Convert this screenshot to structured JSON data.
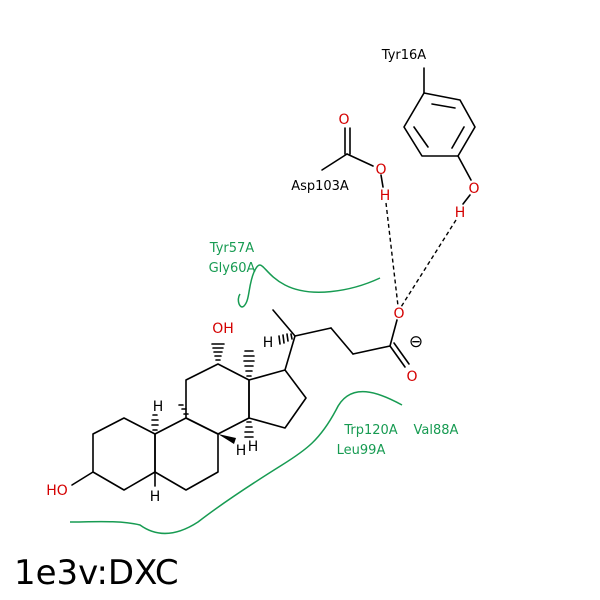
{
  "title": "1e3v:DXC",
  "residues": {
    "tyr16": "Tyr16A",
    "asp103": "Asp103A"
  },
  "hydrophobic": {
    "tyr57": "Tyr57A",
    "gly60": "Gly60A",
    "trp120": "Trp120A",
    "val88": "Val88A",
    "leu99": "Leu99A"
  },
  "atoms": {
    "o_asp_carbonyl": "O",
    "o_asp_hydroxyl": "O",
    "h_asp": "H",
    "o_tyr": "O",
    "h_tyr": "H",
    "o_carboxylate_top": "O",
    "o_carboxylate_bottom": "O",
    "charge": "⊖",
    "oh_12": "OH",
    "ho_3": "HO",
    "h_20": "H",
    "h_9": "H",
    "h_14": "H",
    "h_8": "H",
    "h_5": "H"
  },
  "colors": {
    "heteroatom": "#d40000",
    "hydrophobic": "#179b52",
    "bond": "#000000"
  }
}
